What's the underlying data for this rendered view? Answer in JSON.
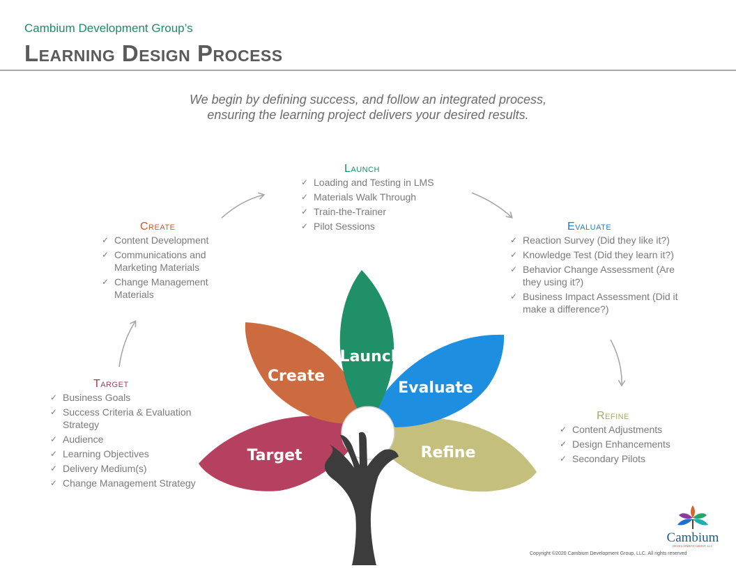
{
  "header": {
    "subtitle": "Cambium Development Group’s",
    "title": "Learning Design Process"
  },
  "intro": {
    "line1": "We begin by defining success, and follow an integrated process,",
    "line2": "ensuring the learning project delivers your desired results."
  },
  "stages": {
    "launch": {
      "heading": "Launch",
      "items": [
        "Loading and Testing in LMS",
        "Materials Walk Through",
        "Train-the-Trainer",
        "Pilot Sessions"
      ]
    },
    "create": {
      "heading": "Create",
      "items": [
        "Content Development",
        "Communications and Marketing Materials",
        "Change Management Materials"
      ]
    },
    "evaluate": {
      "heading": "Evaluate",
      "items": [
        "Reaction Survey (Did they like it?)",
        "Knowledge Test (Did they learn it?)",
        "Behavior Change Assessment (Are they using it?)",
        "Business Impact Assessment (Did it make a difference?)"
      ]
    },
    "target": {
      "heading": "Target",
      "items": [
        "Business Goals",
        "Success Criteria & Evaluation Strategy",
        "Audience",
        "Learning Objectives",
        "Delivery Medium(s)",
        "Change Management Strategy"
      ]
    },
    "refine": {
      "heading": "Refine",
      "items": [
        "Content Adjustments",
        "Design Enhancements",
        "Secondary Pilots"
      ]
    }
  },
  "petals": {
    "target": "Target",
    "create": "Create",
    "launch": "Launch",
    "evaluate": "Evaluate",
    "refine": "Refine"
  },
  "colors": {
    "target": "#b5405f",
    "create": "#cc6b3f",
    "launch": "#1f9068",
    "evaluate": "#1e8fe0",
    "refine": "#c4bf7c",
    "hand": "#3c3c3c",
    "arrow": "#a6a6a6"
  },
  "logo": {
    "name": "Cambium",
    "tagline": "DEVELOPMENT GROUP, LLC"
  },
  "footer": {
    "copyright": "Copyright ©2020 Cambium Development Group, LLC. All rights reserved"
  }
}
